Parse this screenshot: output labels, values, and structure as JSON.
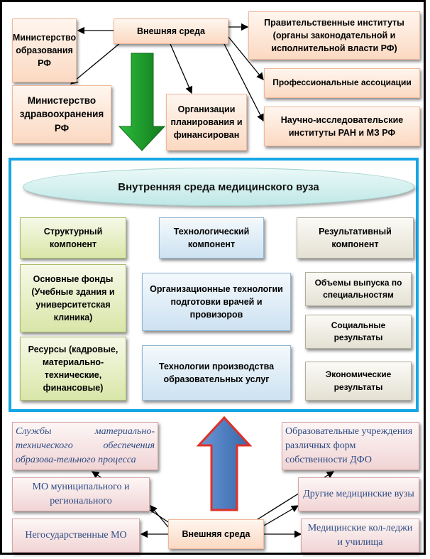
{
  "external_top": {
    "center": "Внешняя среда",
    "ministry_education": "Министерство образования РФ",
    "government_institutes": "Правительственные институты (органы законодательной и исполнительной власти РФ)",
    "professional_associations": "Профессиональные ассоциации",
    "research_institutes": "Научно-исследовательские институты РАН и МЗ РФ",
    "ministry_health": "Министерство здравоохранения РФ",
    "planning_orgs": "Организации планирования и финансирован"
  },
  "internal": {
    "title": "Внутренняя среда медицинского вуза",
    "structural": "Структурный компонент",
    "technological": "Технологический компонент",
    "result": "Результативный компонент",
    "fixed_assets": "Основные фонды (Учебные здания и университетская клиника)",
    "resources": "Ресурсы (кадровые, материально-технические, финансовые)",
    "org_tech": "Организационные технологии подготовки врачей и провизоров",
    "production_tech": "Технологии производства образовательных услуг",
    "graduates": "Объемы выпуска по специальностям",
    "social": "Социальные результаты",
    "economic": "Экономические результаты"
  },
  "external_bottom": {
    "center": "Внешняя среда",
    "support_services": "Службы материально-технического обеспечения образова-тельного процесса",
    "municipal": "МО муниципального и регионального",
    "nongovernment": "Негосударственные МО",
    "edu_institutions": "Образовательные учреждения различных форм собственности ДФО",
    "other_universities": "Другие медицинские вузы",
    "colleges": "Медицинские кол-леджи и училища"
  },
  "colors": {
    "frame_blue": "#16a6e6",
    "arrow_green": "#1f9a2c",
    "arrow_blue": "#4f7fc0",
    "arrow_red_outline": "#e0302a"
  }
}
